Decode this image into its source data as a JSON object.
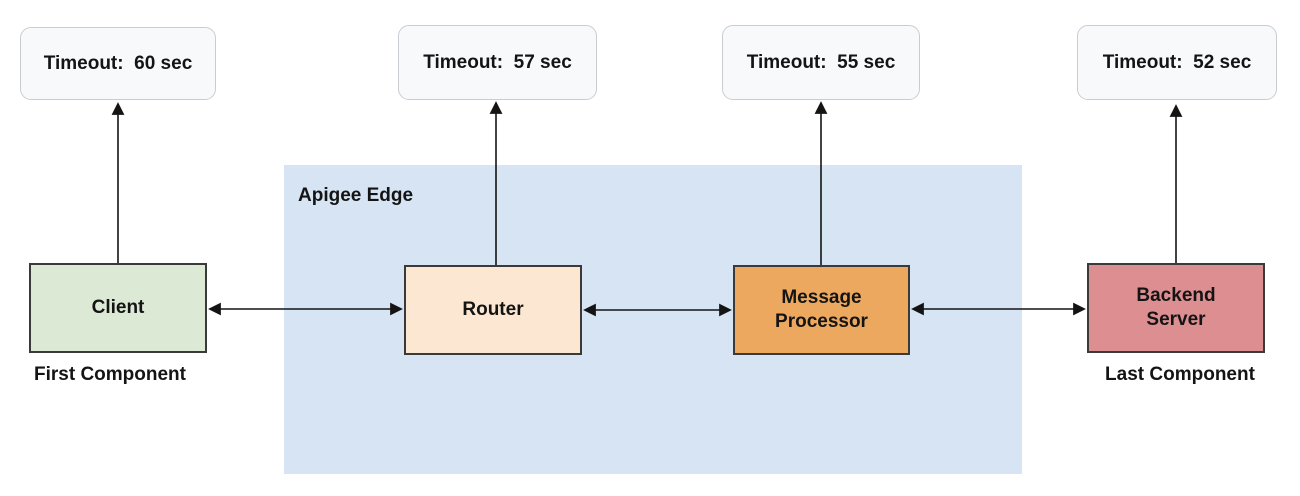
{
  "diagram": {
    "region_label": "Apigee Edge",
    "colors": {
      "apigee_bg": "#d6e4f3",
      "client_bg": "#dcead5",
      "router_bg": "#fce8d2",
      "message_processor_bg": "#eca85f",
      "backend_bg": "#dc8e90",
      "timeout_bg": "#f8f9fb",
      "timeout_border": "#c9cdd2",
      "node_border": "#3a3a3a",
      "arrow": "#141414",
      "text": "#141414"
    },
    "timeouts": [
      {
        "for": "client",
        "label": "Timeout:  60 sec"
      },
      {
        "for": "router",
        "label": "Timeout:  57 sec"
      },
      {
        "for": "message-processor",
        "label": "Timeout:  55 sec"
      },
      {
        "for": "backend-server",
        "label": "Timeout:  52 sec"
      }
    ],
    "nodes": [
      {
        "id": "client",
        "label": "Client",
        "caption": "First Component"
      },
      {
        "id": "router",
        "label": "Router"
      },
      {
        "id": "message-processor",
        "label": "Message Processor"
      },
      {
        "id": "backend-server",
        "label": "Backend Server",
        "caption": "Last Component"
      }
    ]
  }
}
